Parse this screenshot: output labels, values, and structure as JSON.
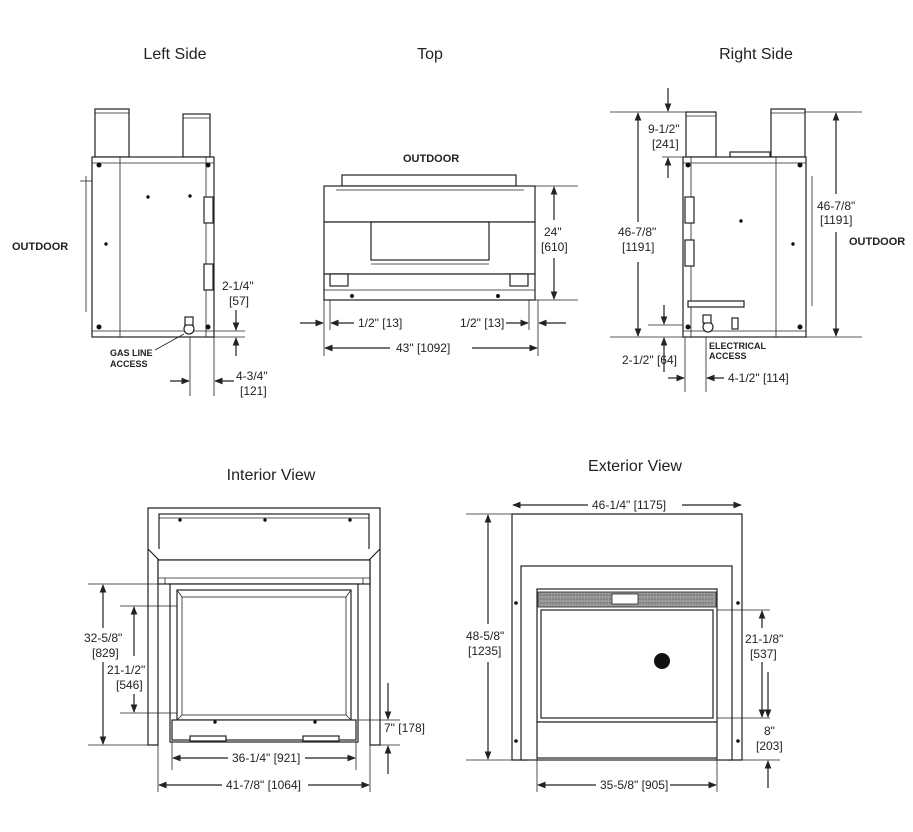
{
  "views": {
    "left_side": {
      "title": "Left Side",
      "outdoor": "OUTDOOR",
      "gas_line_1": "GAS LINE",
      "gas_line_2": "ACCESS",
      "dim_a": "2-1/4\"",
      "dim_a_mm": "[57]",
      "dim_b": "4-3/4\"",
      "dim_b_mm": "[121]"
    },
    "top": {
      "title": "Top",
      "outdoor": "OUTDOOR",
      "depth": "24\"",
      "depth_mm": "[610]",
      "left_offset": "1/2\" [13]",
      "right_offset": "1/2\" [13]",
      "width": "43\" [1092]"
    },
    "right_side": {
      "title": "Right Side",
      "outdoor": "OUTDOOR",
      "top_dim": "9-1/2\"",
      "top_dim_mm": "[241]",
      "height_left": "46-7/8\"",
      "height_left_mm": "[1191]",
      "height_right": "46-7/8\"",
      "height_right_mm": "[1191]",
      "electrical_1": "ELECTRICAL",
      "electrical_2": "ACCESS",
      "bottom_dim": "2-1/2\" [64]",
      "side_dim": "4-1/2\" [114]"
    },
    "interior": {
      "title": "Interior View",
      "height_a": "32-5/8\"",
      "height_a_mm": "[829]",
      "height_b": "21-1/2\"",
      "height_b_mm": "[546]",
      "bottom": "7\" [178]",
      "inner_width": "36-1/4\" [921]",
      "outer_width": "41-7/8\" [1064]"
    },
    "exterior": {
      "title": "Exterior View",
      "width_top": "46-1/4\" [1175]",
      "height": "48-5/8\"",
      "height_mm": "[1235]",
      "glass_height": "21-1/8\"",
      "glass_height_mm": "[537]",
      "base": "8\"",
      "base_mm": "[203]",
      "width_bottom": "35-5/8\" [905]"
    }
  }
}
